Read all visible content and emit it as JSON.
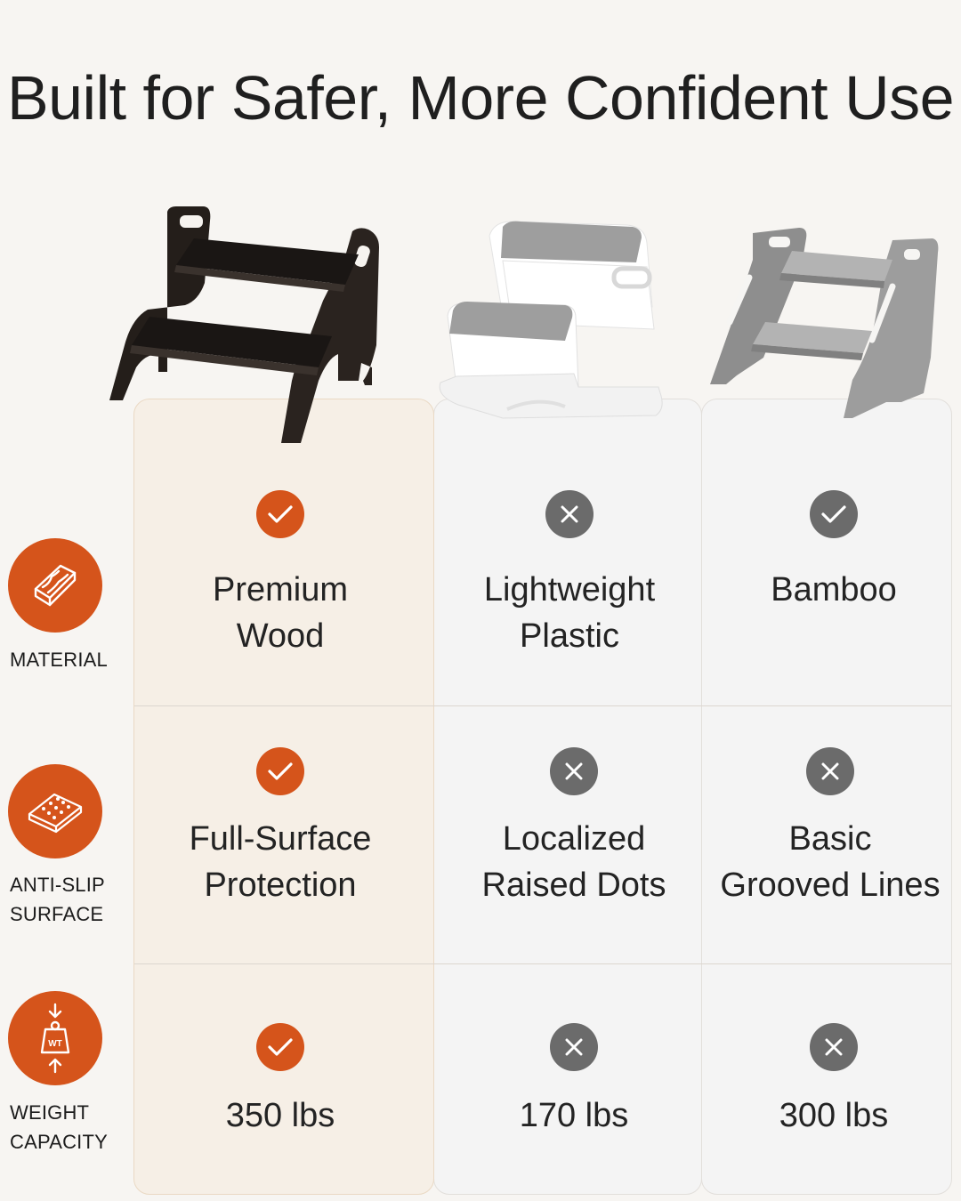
{
  "title": "Built for Safer, More Confident Use",
  "colors": {
    "accent": "#d5541b",
    "neutral_mark": "#6b6b6b"
  },
  "products": [
    {
      "name": "dark-wood-step-stool",
      "color": "#2a2420"
    },
    {
      "name": "white-plastic-step-stool",
      "color": "#ffffff"
    },
    {
      "name": "gray-bamboo-step-stool",
      "color": "#9a9a9a"
    }
  ],
  "rows": [
    {
      "label": "MATERIAL",
      "icon": "wood-plank-icon",
      "cells": [
        {
          "mark": "check",
          "text": "Premium\nWood"
        },
        {
          "mark": "cross",
          "text": "Lightweight\nPlastic"
        },
        {
          "mark": "check",
          "text": "Bamboo"
        }
      ]
    },
    {
      "label": "ANTI-SLIP\nSURFACE",
      "icon": "grip-surface-icon",
      "cells": [
        {
          "mark": "check",
          "text": "Full-Surface\nProtection"
        },
        {
          "mark": "cross",
          "text": "Localized\nRaised Dots"
        },
        {
          "mark": "cross",
          "text": "Basic\nGrooved Lines"
        }
      ]
    },
    {
      "label": "WEIGHT\nCAPACITY",
      "icon": "weight-icon",
      "icon_text": "WT",
      "cells": [
        {
          "mark": "check",
          "text": "350 lbs"
        },
        {
          "mark": "cross",
          "text": "170 lbs"
        },
        {
          "mark": "cross",
          "text": "300 lbs"
        }
      ]
    }
  ]
}
